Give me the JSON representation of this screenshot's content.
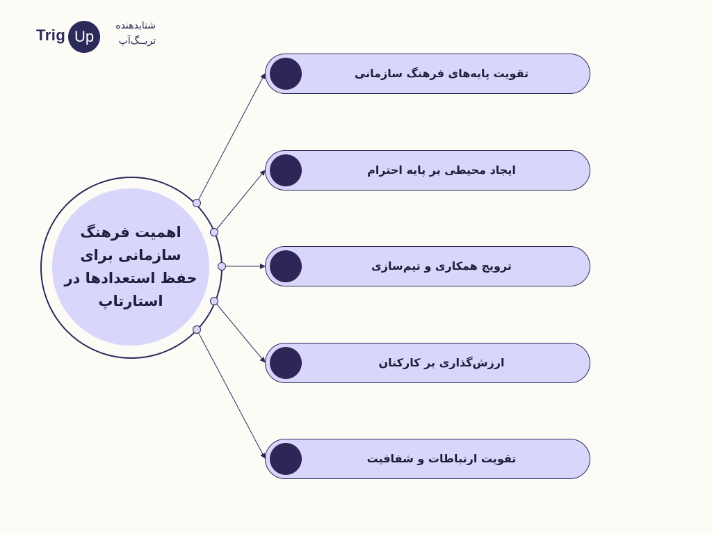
{
  "logo": {
    "trig": "Trig",
    "up": "Up",
    "fa_line1": "شتابدهنده",
    "fa_line2": "تریــگ‌آپ"
  },
  "center": {
    "title": "اهمیت فرهنگ سازمانی برای حفظ استعدادها در استارتاپ"
  },
  "items": [
    {
      "label": "تقویت پایه‌های فرهنگ سازمانی"
    },
    {
      "label": "ایجاد محیطی بر پایه احترام"
    },
    {
      "label": "ترویج همکاری و تیم‌سازی"
    },
    {
      "label": "ارزش‌گذاری بر کارکنان"
    },
    {
      "label": "تقویت ارتباطات و شفافیت"
    }
  ],
  "colors": {
    "background": "#fdfbf6",
    "pill_fill": "#d8d6fa",
    "dark": "#2b2a5a",
    "bullet": "#2e2657"
  }
}
